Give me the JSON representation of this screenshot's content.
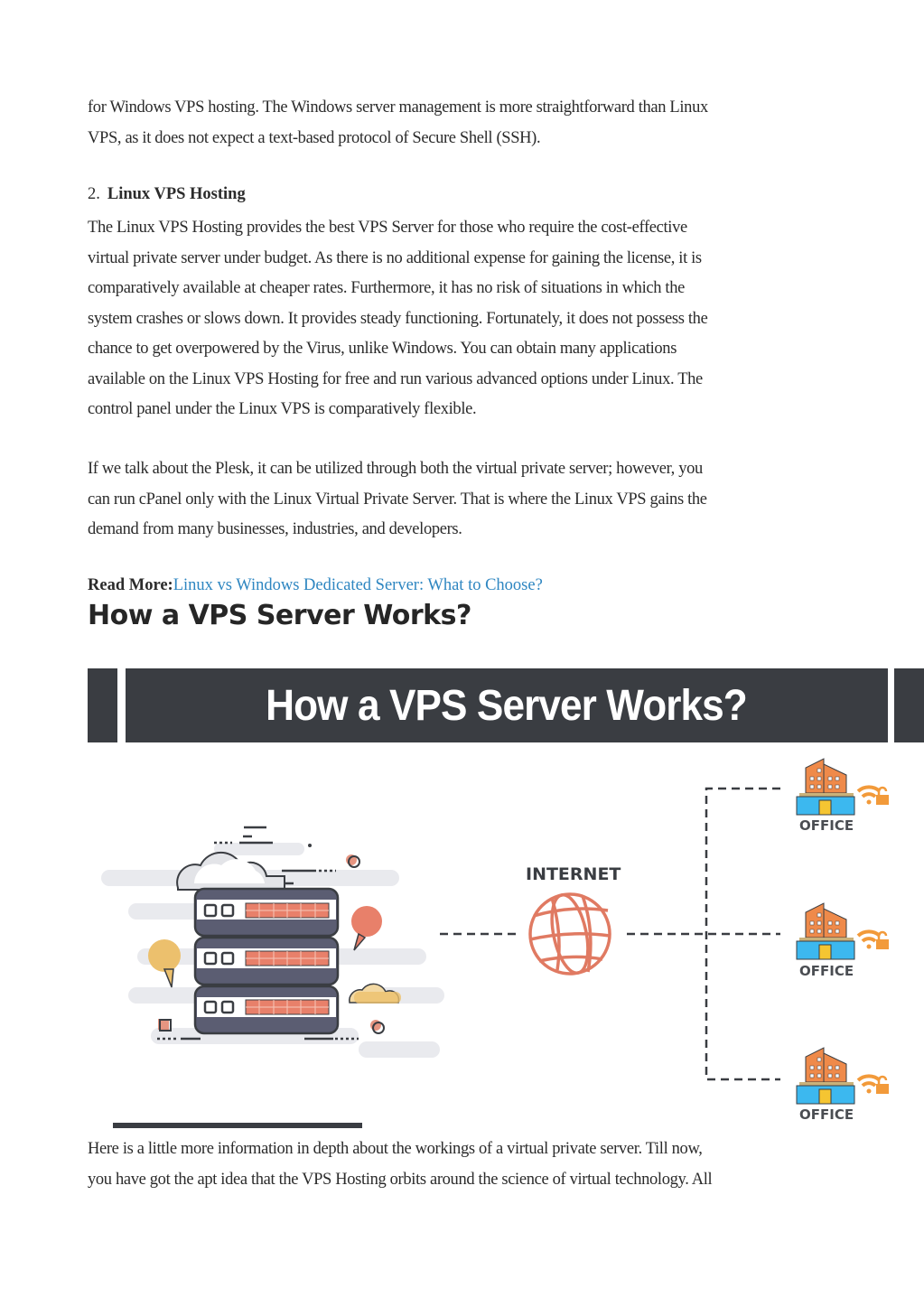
{
  "intro_paragraph": {
    "lines": [
      "for Windows VPS hosting. The Windows server management is more straightforward than Linux",
      "VPS, as it does not expect a text-based protocol of Secure Shell (SSH)."
    ]
  },
  "section_2": {
    "number": "2.",
    "title": "Linux VPS Hosting",
    "paragraph_lines": [
      "The Linux VPS Hosting provides the best VPS Server for those who require the cost-effective",
      "virtual private server under budget. As there is no additional expense for gaining the license, it is",
      "comparatively available at cheaper rates. Furthermore, it has no risk of situations in which the",
      "system crashes or slows down. It provides steady functioning. Fortunately, it does not possess the",
      "chance to get overpowered by the Virus, unlike Windows. You can obtain many applications",
      "available on the Linux VPS Hosting for free and run various advanced options under Linux. The",
      "control panel under the Linux VPS is comparatively flexible."
    ]
  },
  "plesk_paragraph": {
    "lines": [
      "If we talk about the Plesk, it can be utilized through both the virtual private server; however, you",
      "can run cPanel only with the Linux Virtual Private Server. That is where the Linux VPS gains the",
      "demand from many businesses, industries, and developers."
    ]
  },
  "read_more": {
    "label": "Read More:",
    "link_text": "Linux vs Windows Dedicated Server: What to Choose?",
    "link_color": "#2e86c1"
  },
  "section_heading": "How a VPS Server Works?",
  "figure": {
    "banner_title": "How a VPS Server Works?",
    "internet_label": "INTERNET",
    "office_labels": [
      "OFFICE",
      "OFFICE",
      "OFFICE"
    ],
    "colors": {
      "banner_bg": "#3a3d42",
      "globe": "#e07a62",
      "building_orange": "#ef8a4a",
      "building_blue": "#3cb8ef",
      "door_yellow": "#f5c532",
      "wifi_orange": "#f29a3a"
    }
  },
  "closing_paragraph": {
    "lines": [
      "Here is a little more information in depth about the workings of a virtual private server. Till now,",
      "you have got the apt idea that the VPS Hosting orbits around the science of virtual technology. All"
    ]
  }
}
